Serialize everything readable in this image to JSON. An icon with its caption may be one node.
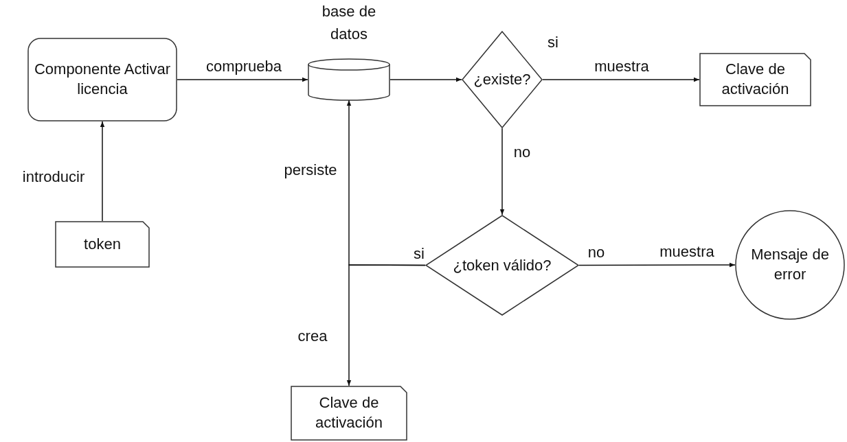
{
  "diagram": {
    "nodes": [
      {
        "text": [
          "Componente Activar licencia"
        ]
      },
      {
        "text": [
          "token"
        ]
      },
      {
        "text": [
          "base de datos"
        ]
      },
      {
        "text": [
          "¿existe?"
        ]
      },
      {
        "text": [
          "Clave de activación"
        ]
      },
      {
        "text": [
          "¿token válido?"
        ]
      },
      {
        "text": [
          "Mensaje de error"
        ]
      },
      {
        "text": [
          "Clave de activación"
        ]
      }
    ],
    "edges": [
      {
        "from": 1,
        "to": 0,
        "arrow": "to",
        "label": "introducir"
      },
      {
        "from": 0,
        "to": 2,
        "arrow": "to",
        "label": "comprueba"
      },
      {
        "from": 2,
        "to": 3,
        "arrow": "to"
      },
      {
        "from": 3,
        "to": 4,
        "arrow": "to",
        "label": "muestra"
      },
      {
        "from": 3,
        "to": 5,
        "arrow": "to",
        "label": "no"
      },
      {
        "from": 5,
        "to": 2,
        "arrow": "to",
        "label": "persiste"
      },
      {
        "from": 5,
        "to": 7,
        "arrow": "to",
        "label": "crea"
      },
      {
        "from": 5,
        "to": 6,
        "arrow": "to",
        "label": "muestra"
      }
    ],
    "labels": [
      "si",
      "si",
      "no"
    ]
  }
}
